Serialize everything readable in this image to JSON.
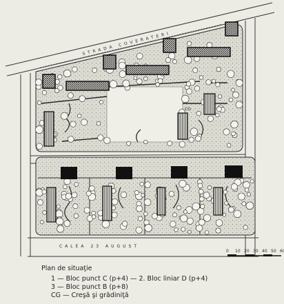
{
  "streets": {
    "north": "STRADA COVERATERI",
    "south": "CALEA 23 AUGUST"
  },
  "scale": {
    "ticks": [
      "0",
      "10",
      "20",
      "30",
      "40",
      "50",
      "60"
    ]
  },
  "buildings": {
    "top_block": [
      {
        "type": "3",
        "fill": "dark"
      },
      {
        "type": "3",
        "fill": "dark"
      },
      {
        "type": "3",
        "fill": "dark"
      },
      {
        "type": "3",
        "fill": "dark"
      },
      {
        "type": "2",
        "fill": "dark"
      },
      {
        "type": "2",
        "fill": "dark"
      },
      {
        "type": "2",
        "fill": "dark"
      },
      {
        "type": "2",
        "fill": "hatched"
      },
      {
        "type": "2",
        "fill": "hatched"
      },
      {
        "type": "CG",
        "fill": "hatched"
      }
    ],
    "bottom_block": [
      {
        "type": "1",
        "fill": "black"
      },
      {
        "type": "1",
        "fill": "black"
      },
      {
        "type": "1",
        "fill": "black"
      },
      {
        "type": "1",
        "fill": "black"
      },
      {
        "type": "2",
        "fill": "hatched"
      },
      {
        "type": "2",
        "fill": "hatched"
      },
      {
        "type": "2",
        "fill": "hatched"
      },
      {
        "type": "2",
        "fill": "hatched"
      },
      {
        "type": "2",
        "fill": "hatched"
      },
      {
        "type": "2",
        "fill": "hatched"
      },
      {
        "type": "2",
        "fill": "hatched"
      },
      {
        "type": "2",
        "fill": "hatched"
      }
    ]
  },
  "map_labels": {
    "cg": "CG"
  },
  "legend": {
    "title": "Plan de situaţie",
    "line1": "1 — Bloc punct  C  (p+4) — 2.  Bloc liniar  D  (p+4)",
    "line2": "3 — Bloc punct  B  (p+8)",
    "line3": "CG — Creşă şi grădiniţă"
  },
  "colors": {
    "paper": "#ecebe4",
    "ink": "#1e1e1e",
    "road": "#f4f3ee",
    "green": "#d9d8cf"
  }
}
